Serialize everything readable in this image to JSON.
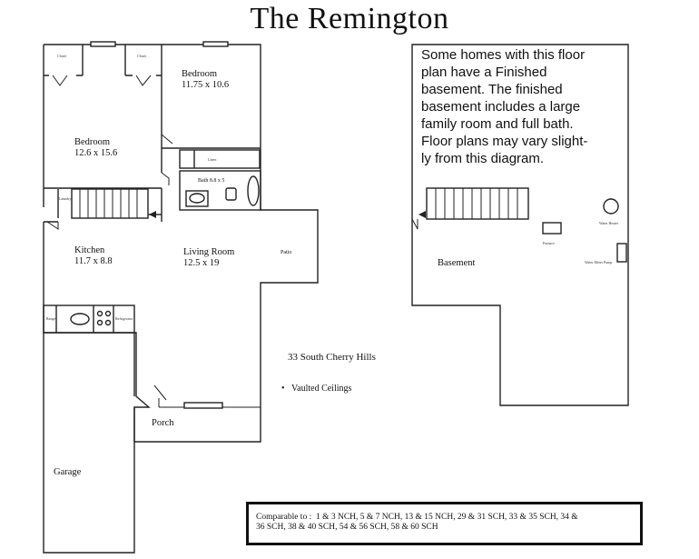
{
  "title": "The Remington",
  "note": {
    "lines": [
      "Some homes with this floor",
      "plan have  a Finished",
      "basement.  The finished",
      "basement includes a large",
      "family  room and full bath.",
      "Floor plans may vary slight-",
      "ly from this diagram."
    ]
  },
  "rooms": {
    "bedroom_upper": {
      "name": "Bedroom",
      "size": "11.75 x 10.6"
    },
    "bedroom_main": {
      "name": "Bedroom",
      "size": "12.6 x 15.6"
    },
    "bath": "Bath 8.8 x 5",
    "kitchen": {
      "name": "Kitchen",
      "size": "11.7 x 8.8"
    },
    "living": {
      "name": "Living Room",
      "size": "12.5 x 19"
    },
    "patio": "Patio",
    "porch": "Porch",
    "garage": "Garage",
    "basement": "Basement",
    "closet_1": "Closet",
    "closet_2": "Closet",
    "linen": "Linen",
    "laundry": "Laundry",
    "furnace": "Furnace",
    "range": "Range",
    "fridge": "Refrigerator",
    "water_heater": "Water Heater",
    "water_meter": "Water Meter Pump"
  },
  "address": "33 South Cherry Hills",
  "features": [
    "Vaulted Ceilings"
  ],
  "comparable": {
    "label": "Comparable to :",
    "text_line1": "1 & 3 NCH, 5 & 7 NCH, 13 & 15 NCH, 29 & 31 SCH, 33 & 35 SCH, 34 &",
    "text_line2": "36 SCH, 38 & 40 SCH, 54 & 56 SCH, 58 &  60 SCH"
  }
}
